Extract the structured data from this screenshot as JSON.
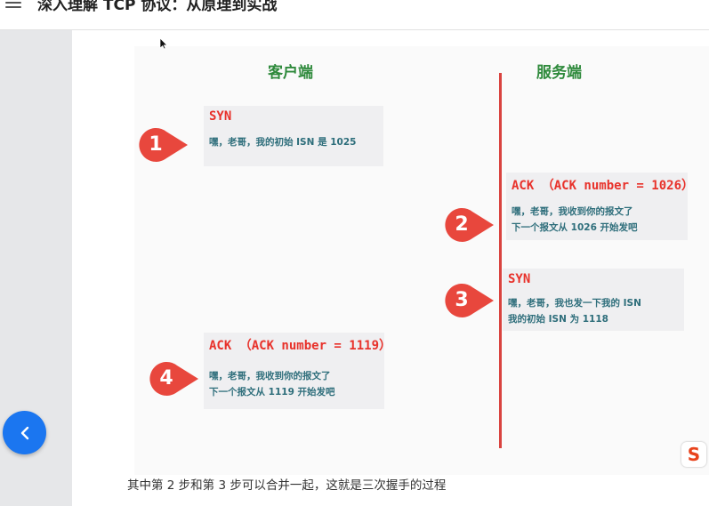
{
  "header": {
    "title": "深入理解 TCP 协议：从原理到实战"
  },
  "figure": {
    "client_label": "客户端",
    "server_label": "服务端",
    "steps": [
      {
        "num": "1",
        "head": "SYN",
        "lines": [
          "嘿，老哥，我的初始 ISN 是 1025"
        ]
      },
      {
        "num": "2",
        "head": "ACK （ACK number = 1026）",
        "lines": [
          "嘿，老哥，我收到你的报文了",
          "下一个报文从 1026 开始发吧"
        ]
      },
      {
        "num": "3",
        "head": "SYN",
        "lines": [
          "嘿，老哥，我也发一下我的 ISN",
          "我的初始 ISN 为 1118"
        ]
      },
      {
        "num": "4",
        "head": "ACK （ACK number = 1119）",
        "lines": [
          "嘿，老哥，我收到你的报文了",
          "下一个报文从 1119 开始发吧"
        ]
      }
    ]
  },
  "caption": "其中第 2 步和第 3 步可以合并一起，这就是三次握手的过程",
  "icons": {
    "back": "chevron-left-icon",
    "menu": "hamburger-menu-icon",
    "ime": "sogou-ime-icon"
  },
  "colors": {
    "accent": "#1b76f0",
    "step_badge": "#e8473d",
    "heading_red": "#e8322b",
    "column_green": "#2f8a3c"
  }
}
